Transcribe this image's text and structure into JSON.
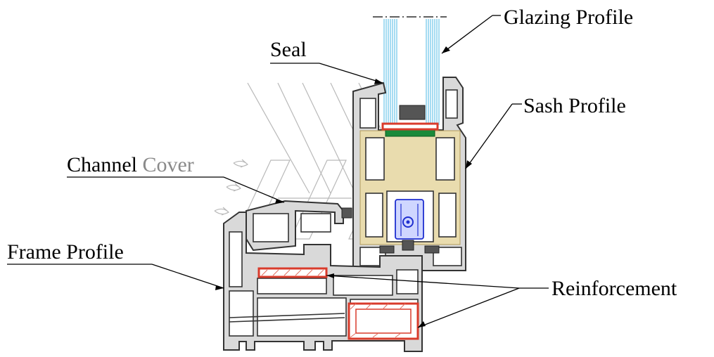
{
  "labels": {
    "glazing": "Glazing Profile",
    "seal": "Seal",
    "sash": "Sash Profile",
    "channel_word": "Channel",
    "cover_word": "Cover",
    "frame": "Frame Profile",
    "reinforcement": "Reinforcement"
  },
  "colors": {
    "profile": "#d9d9d9",
    "reinforcement": "#d93b2b",
    "glass": "#8fd3ee",
    "foam": "#e9dcae",
    "hardware": "#1f2fd0",
    "gasket": "#1a8a3a"
  }
}
